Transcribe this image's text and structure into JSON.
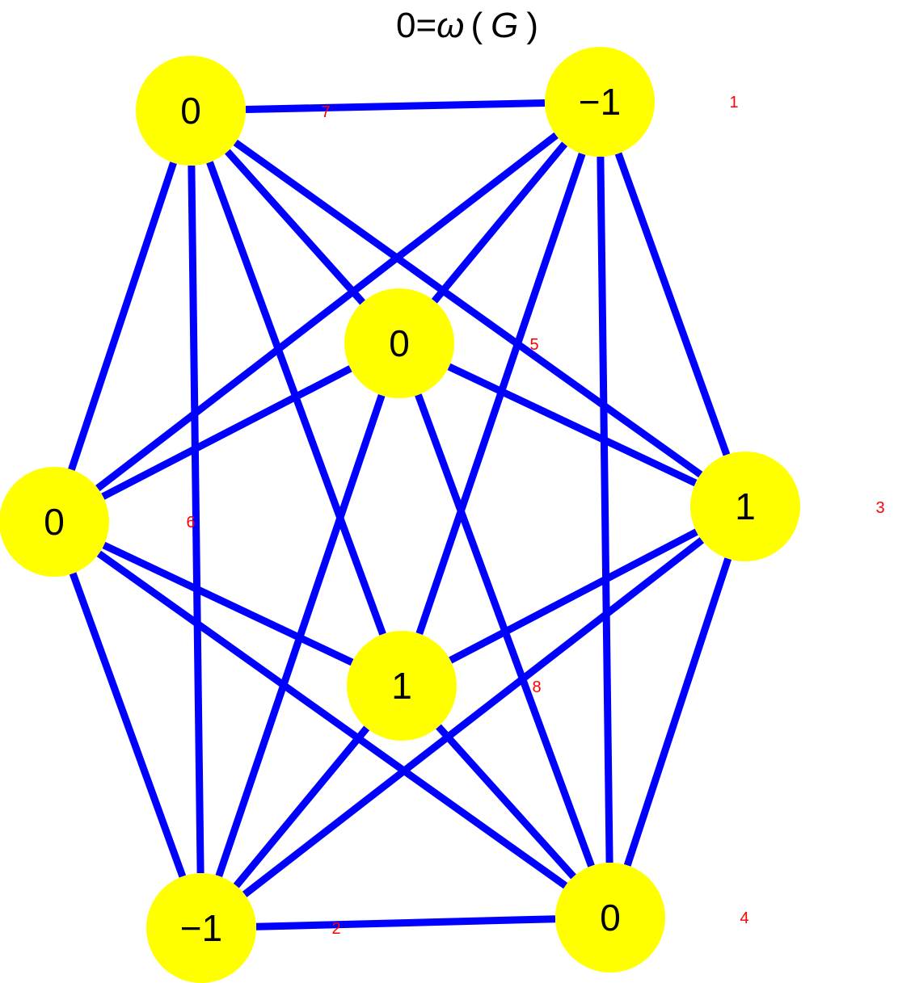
{
  "title": {
    "value": "0",
    "equals": "=",
    "symbol": "ω",
    "open_paren": "(",
    "graph_name": "G",
    "close_paren": ")"
  },
  "colors": {
    "node_fill": "#ffff00",
    "edge": "#0000ff",
    "index_label": "#ff0000",
    "text": "#000000"
  },
  "nodes": [
    {
      "id": 1,
      "index_label": "1",
      "value": "−1"
    },
    {
      "id": 2,
      "index_label": "2",
      "value": "−1"
    },
    {
      "id": 3,
      "index_label": "3",
      "value": "1"
    },
    {
      "id": 4,
      "index_label": "4",
      "value": "0"
    },
    {
      "id": 5,
      "index_label": "5",
      "value": "0"
    },
    {
      "id": 6,
      "index_label": "6",
      "value": "0"
    },
    {
      "id": 7,
      "index_label": "7",
      "value": "0"
    },
    {
      "id": 8,
      "index_label": "8",
      "value": "1"
    }
  ],
  "edges": [
    [
      7,
      1
    ],
    [
      7,
      6
    ],
    [
      7,
      2
    ],
    [
      7,
      8
    ],
    [
      7,
      5
    ],
    [
      7,
      3
    ],
    [
      1,
      6
    ],
    [
      1,
      5
    ],
    [
      1,
      8
    ],
    [
      1,
      4
    ],
    [
      1,
      3
    ],
    [
      5,
      6
    ],
    [
      5,
      3
    ],
    [
      5,
      2
    ],
    [
      5,
      4
    ],
    [
      6,
      8
    ],
    [
      6,
      4
    ],
    [
      6,
      2
    ],
    [
      3,
      8
    ],
    [
      3,
      2
    ],
    [
      3,
      4
    ],
    [
      8,
      2
    ],
    [
      8,
      4
    ],
    [
      2,
      4
    ]
  ]
}
